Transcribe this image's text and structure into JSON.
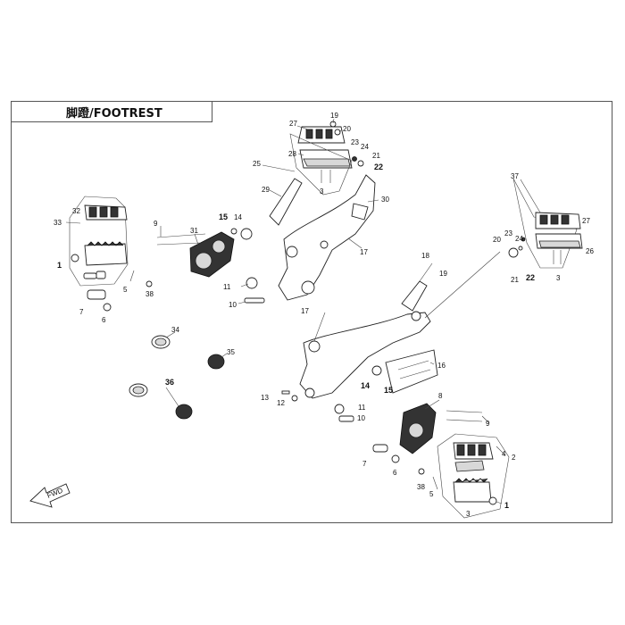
{
  "header": {
    "title": "脚蹬/FOOTREST"
  },
  "fwd_label": "FWD",
  "callouts": [
    {
      "id": "c1",
      "text": "27"
    },
    {
      "id": "c2",
      "text": "19"
    },
    {
      "id": "c3",
      "text": "20"
    },
    {
      "id": "c4",
      "text": "23"
    },
    {
      "id": "c5",
      "text": "24"
    },
    {
      "id": "c6",
      "text": "21"
    },
    {
      "id": "c7",
      "text": "22"
    },
    {
      "id": "c8",
      "text": "28"
    },
    {
      "id": "c9",
      "text": "25"
    },
    {
      "id": "c10",
      "text": "3"
    },
    {
      "id": "c11",
      "text": "29"
    },
    {
      "id": "c12",
      "text": "30"
    },
    {
      "id": "c13",
      "text": "37"
    },
    {
      "id": "c14",
      "text": "27"
    },
    {
      "id": "c15",
      "text": "20"
    },
    {
      "id": "c16",
      "text": "23"
    },
    {
      "id": "c17",
      "text": "24"
    },
    {
      "id": "c18",
      "text": "26"
    },
    {
      "id": "c19",
      "text": "21"
    },
    {
      "id": "c20",
      "text": "22"
    },
    {
      "id": "c21",
      "text": "3"
    },
    {
      "id": "c22",
      "text": "33"
    },
    {
      "id": "c23",
      "text": "32"
    },
    {
      "id": "c24",
      "text": "1"
    },
    {
      "id": "c25",
      "text": "5"
    },
    {
      "id": "c26",
      "text": "38"
    },
    {
      "id": "c27",
      "text": "7"
    },
    {
      "id": "c28",
      "text": "6"
    },
    {
      "id": "c29",
      "text": "9"
    },
    {
      "id": "c30",
      "text": "31"
    },
    {
      "id": "c31",
      "text": "15"
    },
    {
      "id": "c32",
      "text": "14"
    },
    {
      "id": "c33",
      "text": "11"
    },
    {
      "id": "c34",
      "text": "10"
    },
    {
      "id": "c35",
      "text": "17"
    },
    {
      "id": "c36",
      "text": "18"
    },
    {
      "id": "c37",
      "text": "19"
    },
    {
      "id": "c38",
      "text": "17"
    },
    {
      "id": "c39",
      "text": "34"
    },
    {
      "id": "c40",
      "text": "35"
    },
    {
      "id": "c41",
      "text": "36"
    },
    {
      "id": "c42",
      "text": "16"
    },
    {
      "id": "c43",
      "text": "14"
    },
    {
      "id": "c44",
      "text": "15"
    },
    {
      "id": "c45",
      "text": "13"
    },
    {
      "id": "c46",
      "text": "12"
    },
    {
      "id": "c47",
      "text": "11"
    },
    {
      "id": "c48",
      "text": "10"
    },
    {
      "id": "c49",
      "text": "8"
    },
    {
      "id": "c50",
      "text": "9"
    },
    {
      "id": "c51",
      "text": "7"
    },
    {
      "id": "c52",
      "text": "6"
    },
    {
      "id": "c53",
      "text": "4"
    },
    {
      "id": "c54",
      "text": "2"
    },
    {
      "id": "c55",
      "text": "38"
    },
    {
      "id": "c56",
      "text": "5"
    },
    {
      "id": "c57",
      "text": "3"
    },
    {
      "id": "c58",
      "text": "1"
    }
  ]
}
